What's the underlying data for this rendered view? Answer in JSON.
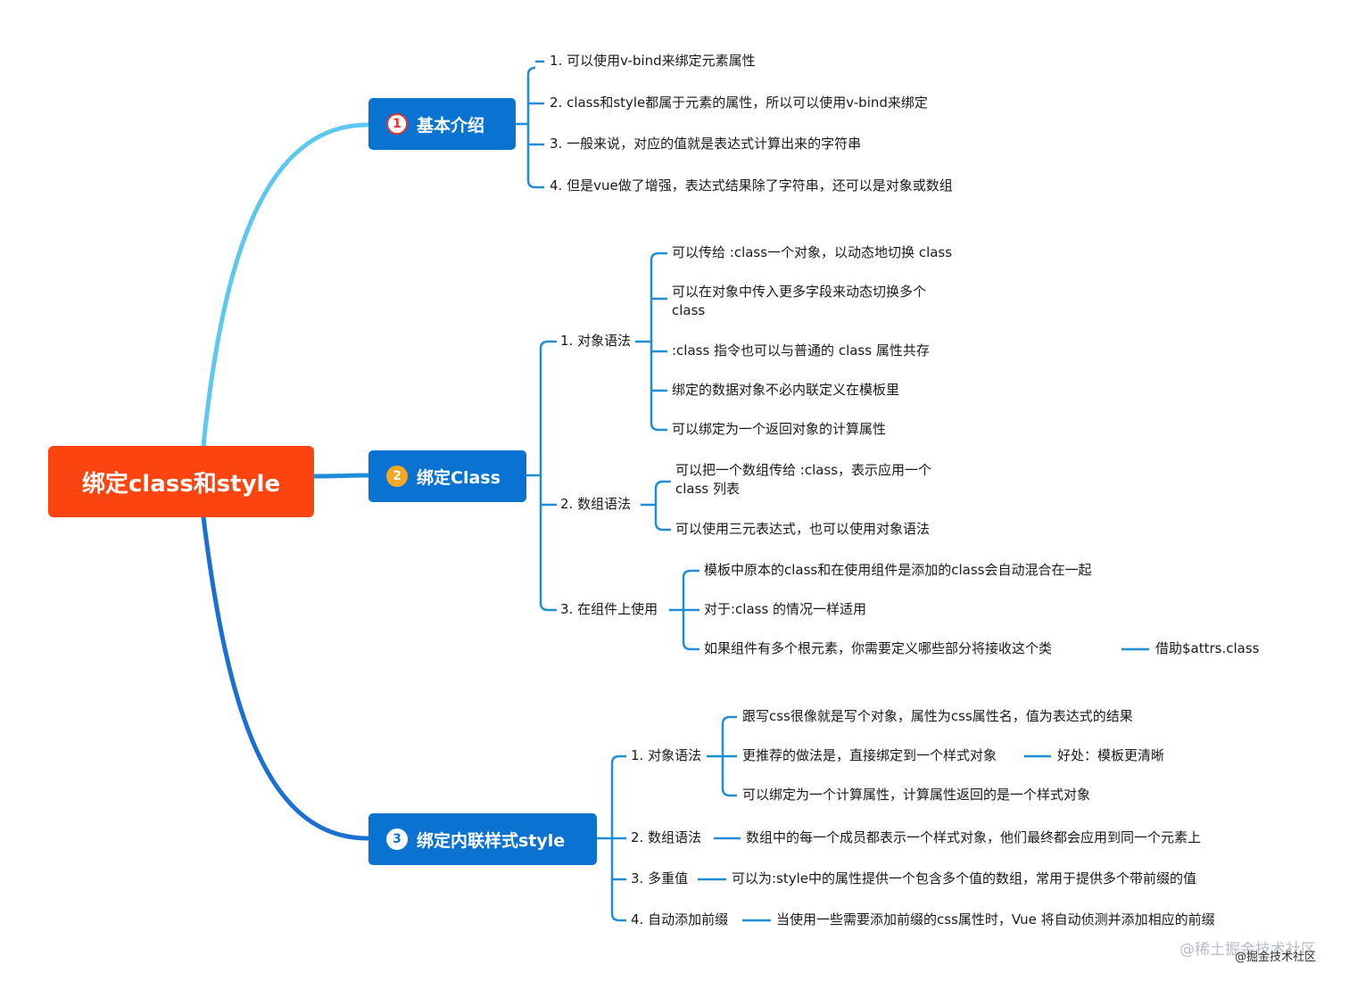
{
  "root": "绑定class和style",
  "colors": {
    "root": "#fb4410",
    "main": "#0a73d2",
    "line": "#1f8ed6"
  },
  "topics": [
    {
      "badge": "1",
      "label": "基本介绍",
      "items": [
        "1. 可以使用v-bind来绑定元素属性",
        "2. class和style都属于元素的属性，所以可以使用v-bind来绑定",
        "3. 一般来说，对应的值就是表达式计算出来的字符串",
        "4. 但是vue做了增强，表达式结果除了字符串，还可以是对象或数组"
      ]
    },
    {
      "badge": "2",
      "label": "绑定Class",
      "groups": [
        {
          "label": "1. 对象语法",
          "items": [
            "可以传给 :class一个对象，以动态地切换 class",
            "可以在对象中传入更多字段来动态切换多个class",
            ":class 指令也可以与普通的 class 属性共存",
            "绑定的数据对象不必内联定义在模板里",
            "可以绑定为一个返回对象的计算属性"
          ]
        },
        {
          "label": "2. 数组语法",
          "items": [
            "可以把一个数组传给 :class，表示应用一个class 列表",
            "可以使用三元表达式，也可以使用对象语法"
          ]
        },
        {
          "label": "3. 在组件上使用",
          "items": [
            "模板中原本的class和在使用组件是添加的class会自动混合在一起",
            "对于:class 的情况一样适用",
            "如果组件有多个根元素，你需要定义哪些部分将接收这个类"
          ],
          "note": "借助$attrs.class"
        }
      ]
    },
    {
      "badge": "3",
      "label": "绑定内联样式style",
      "groups": [
        {
          "label": "1. 对象语法",
          "items": [
            "跟写css很像就是写个对象，属性为css属性名，值为表达式的结果",
            "更推荐的做法是，直接绑定到一个样式对象",
            "可以绑定为一个计算属性，计算属性返回的是一个样式对象"
          ],
          "note": "好处：模板更清晰"
        },
        {
          "label": "2. 数组语法",
          "detail": "数组中的每一个成员都表示一个样式对象，他们最终都会应用到同一个元素上"
        },
        {
          "label": "3. 多重值",
          "detail": "可以为:style中的属性提供一个包含多个值的数组，常用于提供多个带前缀的值"
        },
        {
          "label": "4. 自动添加前缀",
          "detail": "当使用一些需要添加前缀的css属性时，Vue 将自动侦测并添加相应的前缀"
        }
      ]
    }
  ],
  "watermark": {
    "main": "@稀土掘金技术社区",
    "sub": "@掘金技术社区"
  }
}
